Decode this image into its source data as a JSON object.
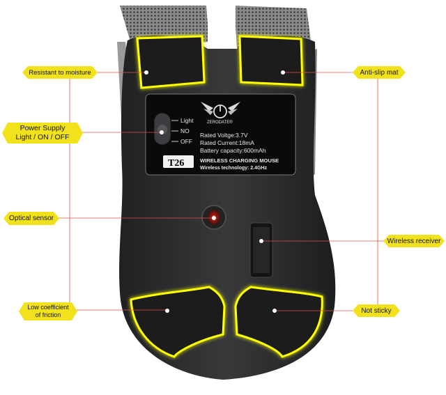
{
  "callouts": {
    "moisture": "Resistant to moisture",
    "power_line1": "Power Supply",
    "power_line2": "Light / ON / OFF",
    "optical": "Optical sensor",
    "friction_line1": "Low coefficient",
    "friction_line2": "of friction",
    "antislip": "Anti-slip mat",
    "receiver": "Wireless receiver",
    "not_sticky": "Not sticky"
  },
  "label": {
    "brand": "ZERODATE®",
    "rated_voltage": "Rated Voltge:3.7V",
    "rated_current": "Rated Current:18mA",
    "battery": "Battery capacity:600mAh",
    "model": "T26",
    "product_name": "WIRELESS CHARGING MOUSE",
    "wireless_tech": "Wireless technology: 2.4GHz"
  },
  "switch": {
    "light": "Light",
    "on": "NO",
    "off": "OFF"
  },
  "colors": {
    "callout_fill": "#f2e21c",
    "leader_line": "#e05050",
    "glow": "#ffff00",
    "body": "#2f3032"
  }
}
